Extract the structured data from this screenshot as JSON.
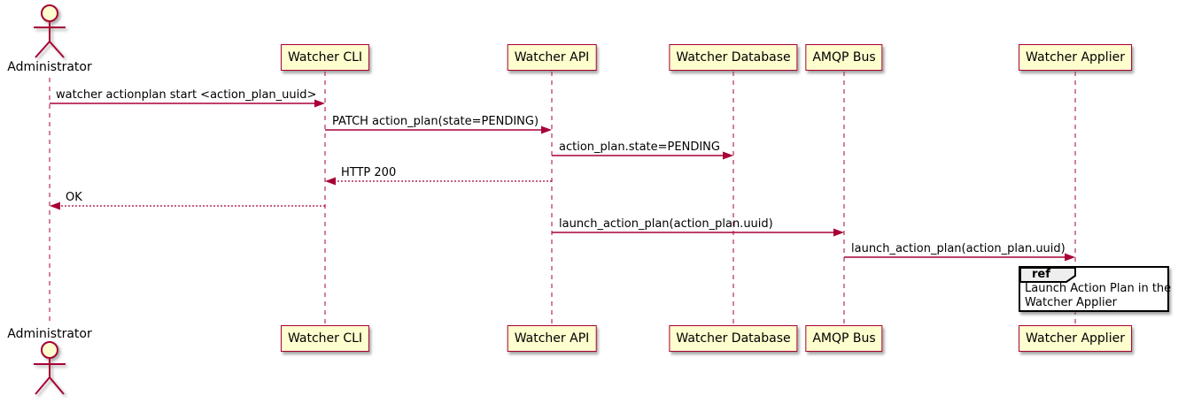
{
  "diagram_type": "uml-sequence-diagram",
  "colors": {
    "accent": "#A80036",
    "participant_fill": "#FEFECE",
    "participant_border": "#A80036",
    "lifeline": "#A80036",
    "ref_border": "#000000",
    "ref_header_fill": "#EEEEEE",
    "text": "#000000",
    "background": "#FFFFFF"
  },
  "actor": {
    "label": "Administrator"
  },
  "participants": [
    {
      "label": "Watcher CLI"
    },
    {
      "label": "Watcher API"
    },
    {
      "label": "Watcher Database"
    },
    {
      "label": "AMQP Bus"
    },
    {
      "label": "Watcher Applier"
    }
  ],
  "messages": [
    {
      "label": "watcher actionplan start <action_plan_uuid>",
      "from": "Administrator",
      "to": "Watcher CLI",
      "line": "solid"
    },
    {
      "label": "PATCH action_plan(state=PENDING)",
      "from": "Watcher CLI",
      "to": "Watcher API",
      "line": "solid"
    },
    {
      "label": "action_plan.state=PENDING",
      "from": "Watcher API",
      "to": "Watcher Database",
      "line": "solid"
    },
    {
      "label": "HTTP 200",
      "from": "Watcher API",
      "to": "Watcher CLI",
      "line": "dashed"
    },
    {
      "label": "OK",
      "from": "Watcher CLI",
      "to": "Administrator",
      "line": "dashed"
    },
    {
      "label": "launch_action_plan(action_plan.uuid)",
      "from": "Watcher API",
      "to": "AMQP Bus",
      "line": "solid"
    },
    {
      "label": "launch_action_plan(action_plan.uuid)",
      "from": "AMQP Bus",
      "to": "Watcher Applier",
      "line": "solid"
    }
  ],
  "ref_fragment": {
    "keyword": "ref",
    "line1": "Launch Action Plan in the",
    "line2": "Watcher Applier",
    "over": "Watcher Applier"
  }
}
